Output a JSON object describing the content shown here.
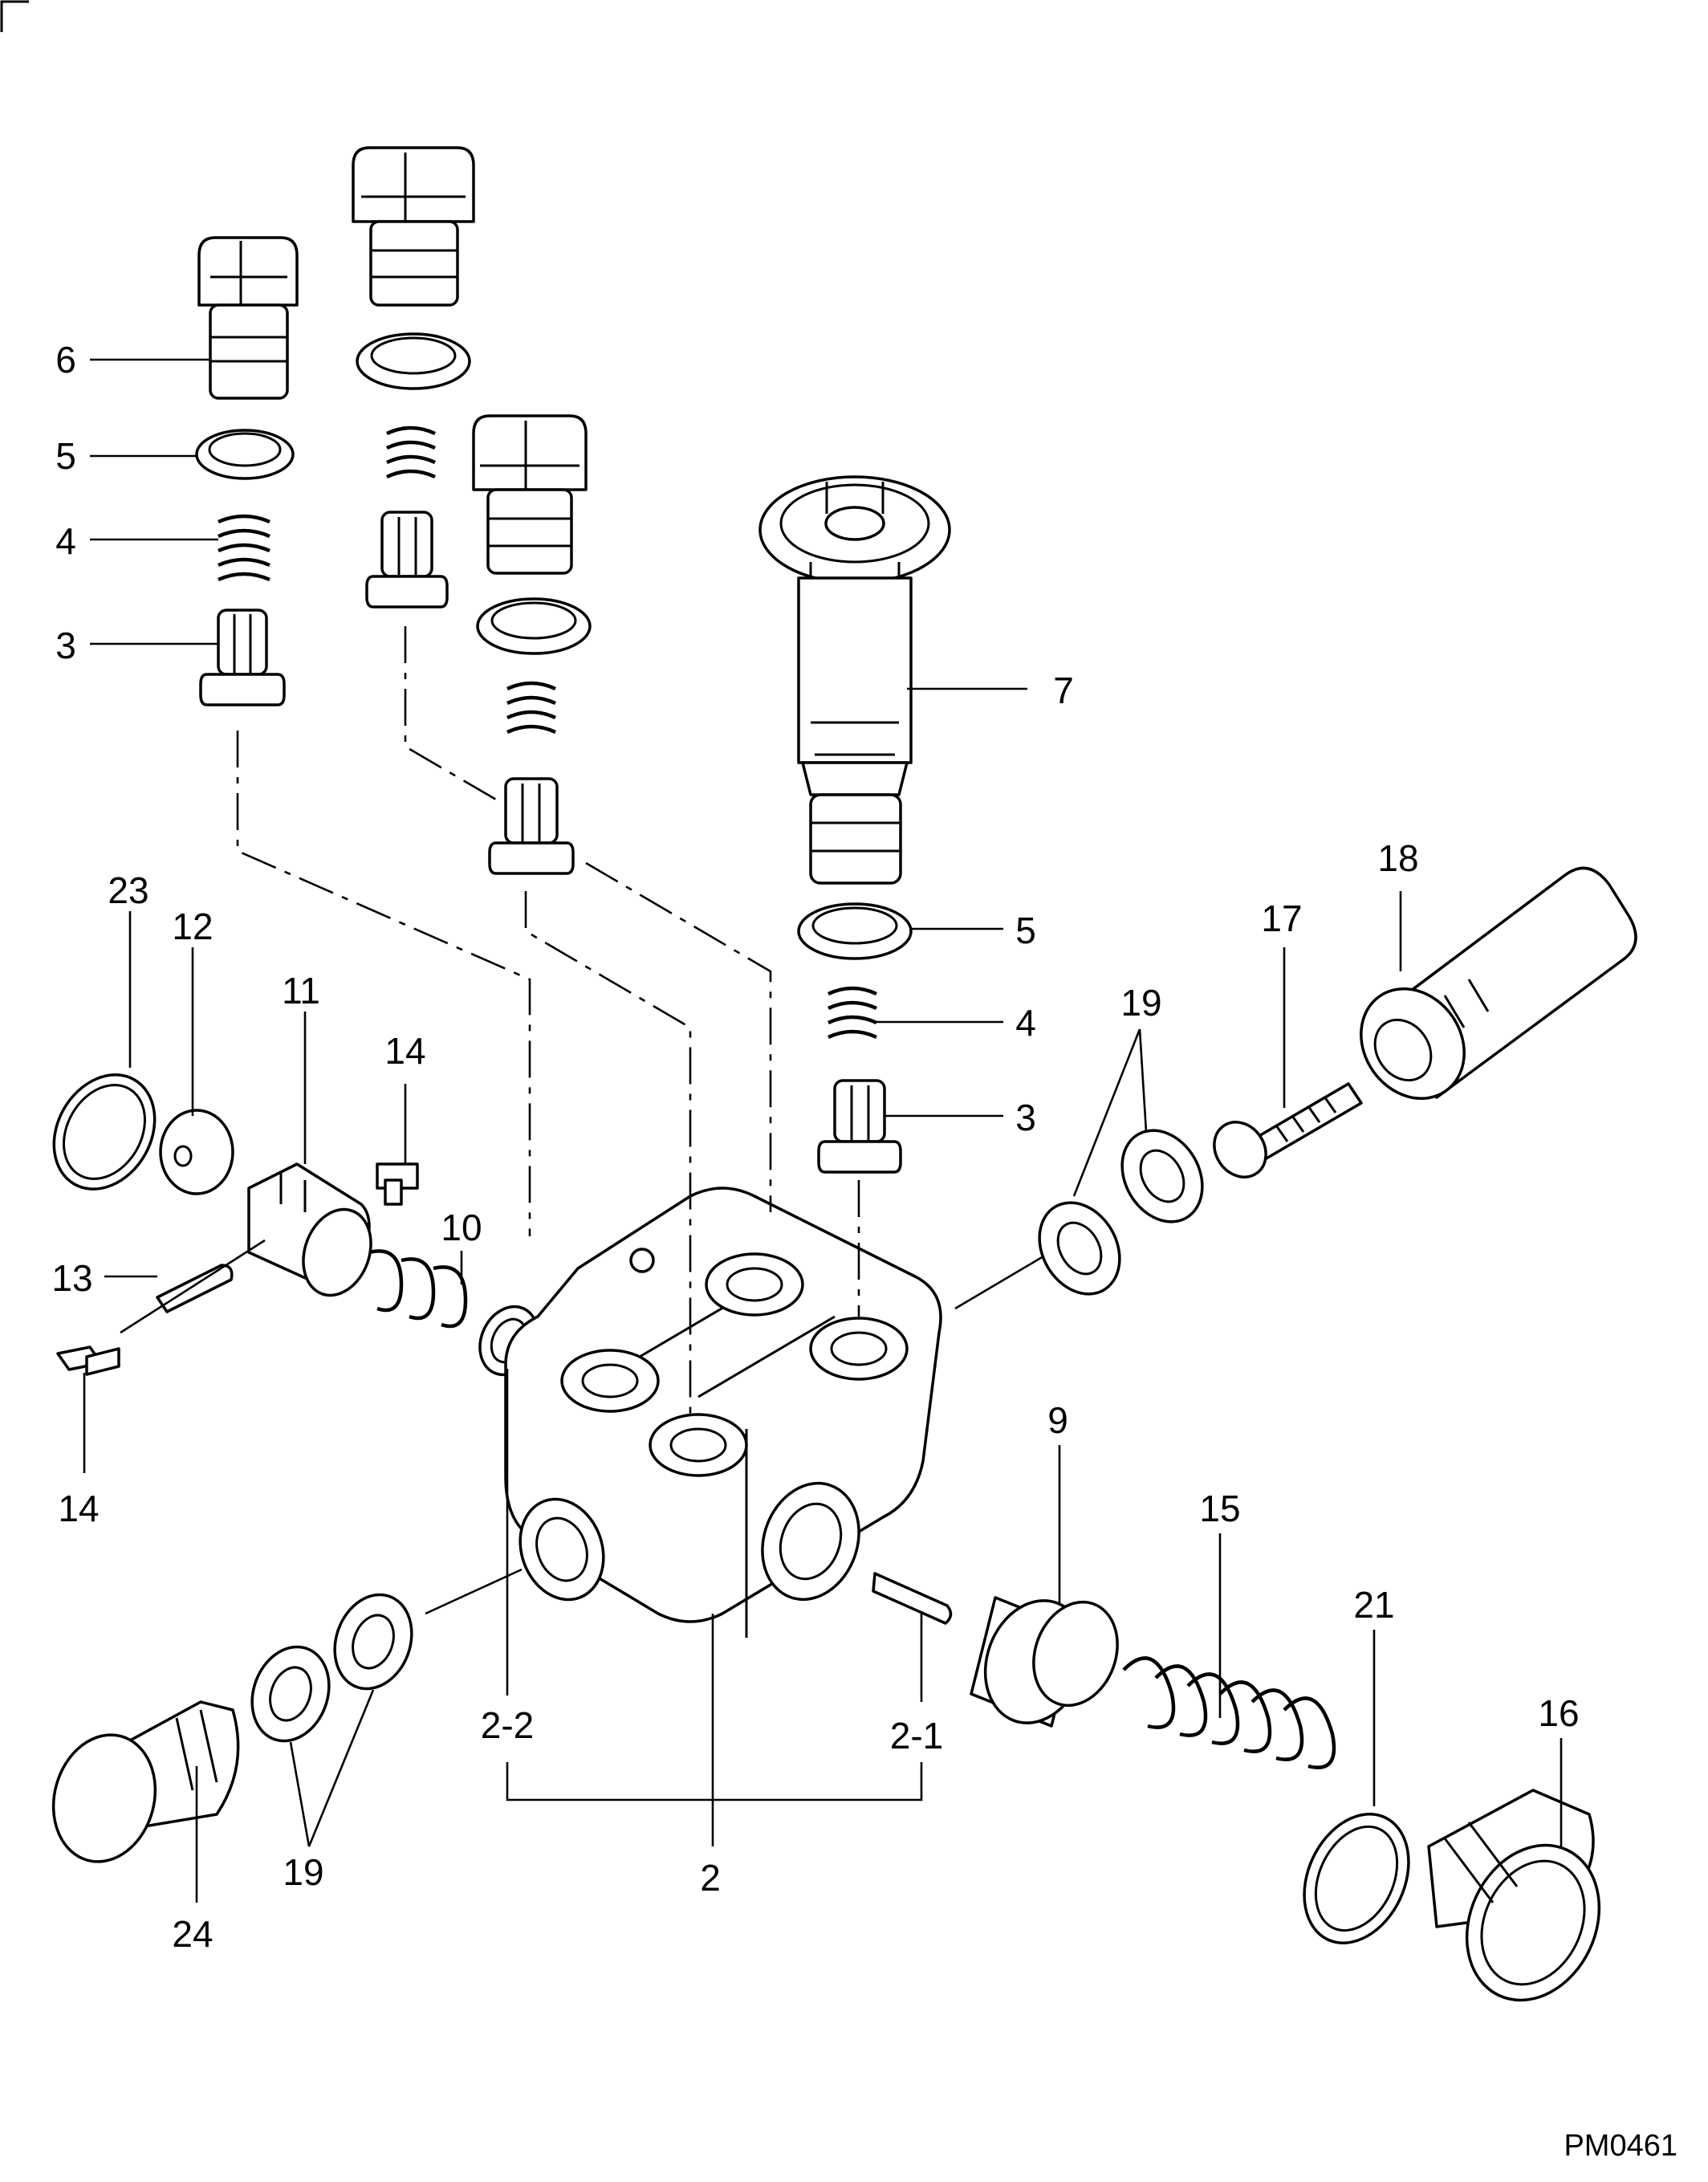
{
  "diagram_code": "PM0461",
  "callouts": {
    "c6": "6",
    "c5_top": "5",
    "c4_top": "4",
    "c3_top": "3",
    "c7": "7",
    "c5_mid": "5",
    "c4_mid": "4",
    "c3_mid": "3",
    "c18": "18",
    "c17": "17",
    "c19_right": "19",
    "c23": "23",
    "c12": "12",
    "c11": "11",
    "c14_top": "14",
    "c10": "10",
    "c13": "13",
    "c14_bottom": "14",
    "c9": "9",
    "c15": "15",
    "c21": "21",
    "c16": "16",
    "c2_2": "2-2",
    "c2_1": "2-1",
    "c2": "2",
    "c19_left": "19",
    "c24": "24"
  }
}
